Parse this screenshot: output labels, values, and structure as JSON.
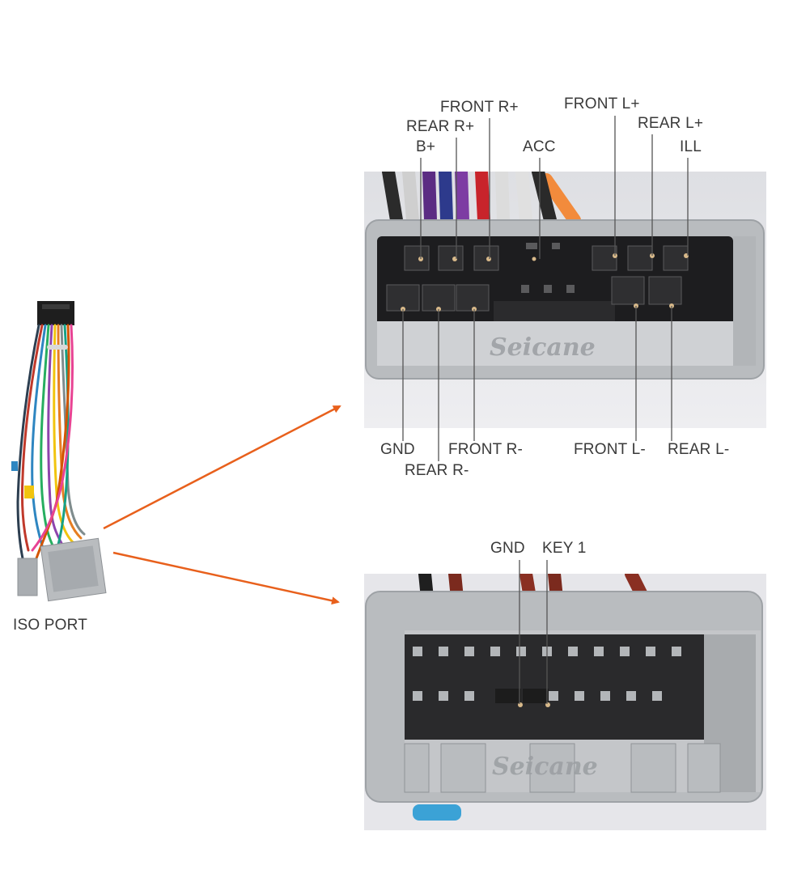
{
  "harness": {
    "caption": "ISO PORT"
  },
  "top_connector": {
    "watermark": "Seicane",
    "labels_top": {
      "front_r_plus": "FRONT R+",
      "rear_r_plus": "REAR R+",
      "b_plus": "B+",
      "acc": "ACC",
      "front_l_plus": "FRONT L+",
      "rear_l_plus": "REAR L+",
      "ill": "ILL"
    },
    "labels_bottom": {
      "gnd": "GND",
      "rear_r_minus": "REAR R-",
      "front_r_minus": "FRONT R-",
      "front_l_minus": "FRONT L-",
      "rear_l_minus": "REAR L-"
    }
  },
  "bottom_connector": {
    "watermark": "Seicane",
    "labels_top": {
      "gnd": "GND",
      "key1": "KEY 1"
    }
  },
  "colors": {
    "arrow": "#e8601c",
    "connector_gray": "#b9bcbf",
    "leader_line": "#555555"
  }
}
